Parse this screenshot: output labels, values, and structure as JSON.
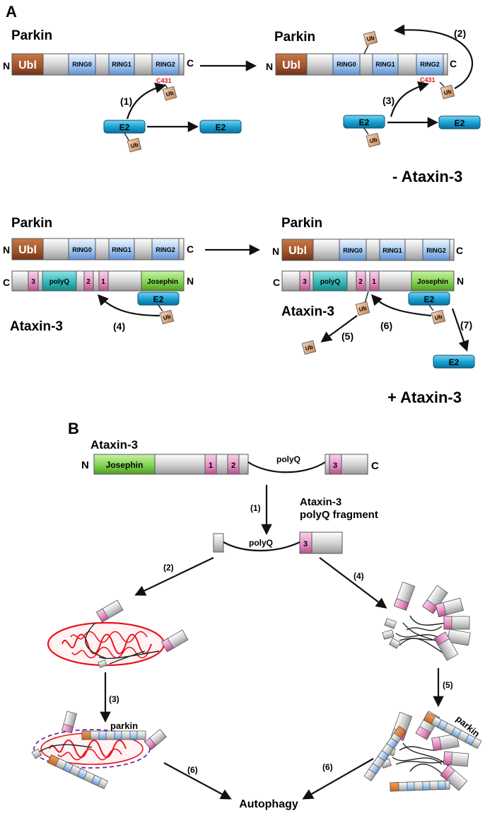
{
  "panel_a": {
    "label": "A",
    "top_left": {
      "title": "Parkin",
      "n": "N",
      "c": "C",
      "ubl": "Ubl",
      "ring0": "RING0",
      "ring1": "RING1",
      "ring2": "RING2",
      "site": "C431",
      "step": "(1)",
      "e2": "E2",
      "e2_free": "E2",
      "ub": "Ub",
      "ub_ring": "Ub"
    },
    "top_right": {
      "title": "Parkin",
      "n": "N",
      "c": "C",
      "ubl": "Ubl",
      "ring0": "RING0",
      "ring1": "RING1",
      "ring2": "RING2",
      "site": "C431",
      "step2": "(2)",
      "step3": "(3)",
      "e2": "E2",
      "e2_free": "E2",
      "ub": "Ub",
      "ub_ring": "Ub",
      "ub_top": "Ub"
    },
    "minus_label": "- Ataxin-3",
    "bottom_left": {
      "parkin_title": "Parkin",
      "n": "N",
      "c": "C",
      "ubl": "Ubl",
      "ring0": "RING0",
      "ring1": "RING1",
      "ring2": "RING2",
      "ataxin_c": "C",
      "ataxin_n": "N",
      "uim3": "3",
      "polyq": "polyQ",
      "uim2": "2",
      "uim1": "1",
      "josephin": "Josephin",
      "e2": "E2",
      "ub": "Ub",
      "ataxin_title": "Ataxin-3",
      "step": "(4)"
    },
    "bottom_right": {
      "parkin_title": "Parkin",
      "n": "N",
      "c": "C",
      "ubl": "Ubl",
      "ring0": "RING0",
      "ring1": "RING1",
      "ring2": "RING2",
      "ataxin_c": "C",
      "ataxin_n": "N",
      "uim3": "3",
      "polyq": "polyQ",
      "uim2": "2",
      "uim1": "1",
      "josephin": "Josephin",
      "e2": "E2",
      "e2_free": "E2",
      "ub_attached": "Ub",
      "ub_e2": "Ub",
      "ub_free": "Ub",
      "ataxin_title": "Ataxin-3",
      "step5": "(5)",
      "step6": "(6)",
      "step7": "(7)"
    },
    "plus_label": "+ Ataxin-3"
  },
  "panel_b": {
    "label": "B",
    "ataxin_title": "Ataxin-3",
    "n": "N",
    "c": "C",
    "josephin": "Josephin",
    "uim1": "1",
    "uim2": "2",
    "polyq": "polyQ",
    "uim3": "3",
    "step1": "(1)",
    "fragment_title_1": "Ataxin-3",
    "fragment_title_2": "polyQ fragment",
    "fragment_polyq": "polyQ",
    "fragment_uim3": "3",
    "step2": "(2)",
    "step3": "(3)",
    "step4": "(4)",
    "step5": "(5)",
    "step6_left": "(6)",
    "step6_right": "(6)",
    "parkin_left": "parkin",
    "parkin_right": "parkin",
    "autophagy": "Autophagy"
  },
  "colors": {
    "ubl": "#a0522d",
    "ring": "#9cc3ee",
    "linker": "#d2d2d2",
    "uim": "#e58cc2",
    "polyq": "#2fb5b8",
    "josephin": "#7ed04a",
    "e2": "#1aa3d6",
    "ub": "#d9a173",
    "mito": "#e8141e",
    "site": "#e4121a"
  }
}
